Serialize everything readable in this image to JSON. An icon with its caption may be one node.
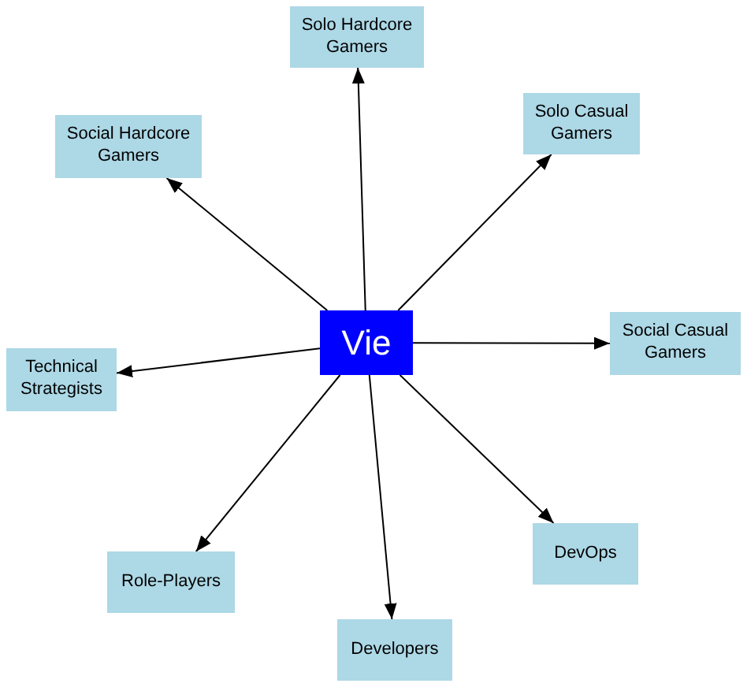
{
  "diagram": {
    "nodes": [
      {
        "text": [
          "Vie"
        ]
      },
      {
        "text": [
          "Solo Hardcore Gamers"
        ]
      },
      {
        "text": [
          "Social Hardcore Gamers"
        ]
      },
      {
        "text": [
          "Solo Casual Gamers"
        ]
      },
      {
        "text": [
          "Social Casual Gamers"
        ]
      },
      {
        "text": [
          "Technical Strategists"
        ]
      },
      {
        "text": [
          "Role-Players"
        ]
      },
      {
        "text": [
          "Developers"
        ]
      },
      {
        "text": [
          "DevOps"
        ]
      }
    ],
    "edges": [
      {
        "from": 0,
        "to": 1,
        "arrow": "to"
      },
      {
        "from": 0,
        "to": 2,
        "arrow": "to"
      },
      {
        "from": 0,
        "to": 3,
        "arrow": "to"
      },
      {
        "from": 0,
        "to": 4,
        "arrow": "to"
      },
      {
        "from": 0,
        "to": 5,
        "arrow": "to"
      },
      {
        "from": 0,
        "to": 6,
        "arrow": "to"
      },
      {
        "from": 0,
        "to": 7,
        "arrow": "to"
      },
      {
        "from": 0,
        "to": 8,
        "arrow": "to"
      }
    ]
  }
}
